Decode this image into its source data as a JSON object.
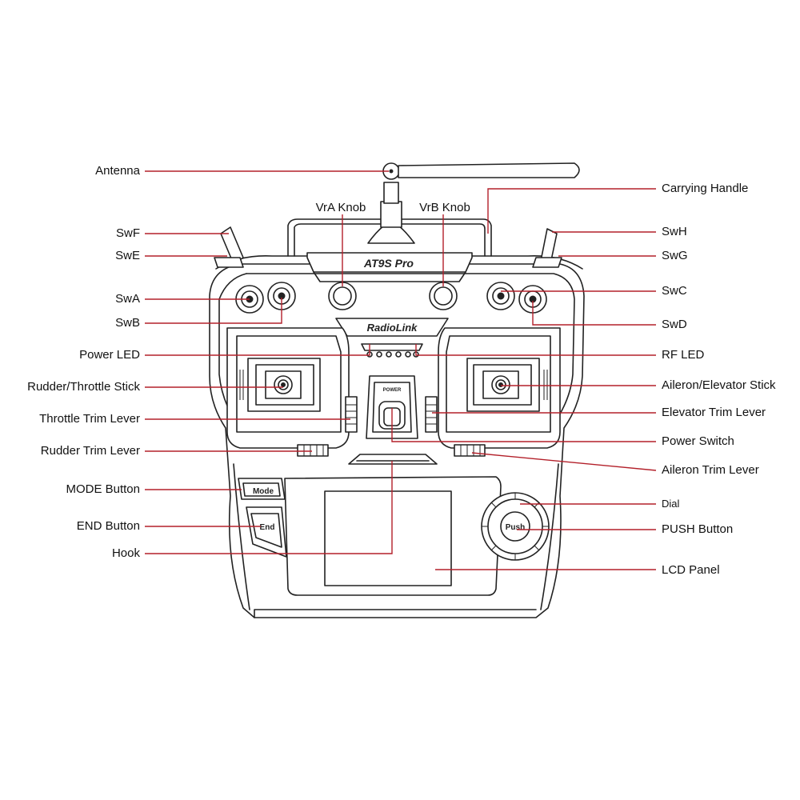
{
  "device": {
    "model_text": "AT9S Pro",
    "brand_text": "RadioLink",
    "power_text": "POWER",
    "mode_button_text": "Mode",
    "end_button_text": "End",
    "push_button_text": "Push"
  },
  "labels": {
    "antenna": "Antenna",
    "carrying_handle": "Carrying Handle",
    "vra_knob": "VrA Knob",
    "vrb_knob": "VrB Knob",
    "swf": "SwF",
    "swe": "SwE",
    "swh": "SwH",
    "swg": "SwG",
    "swa": "SwA",
    "swb": "SwB",
    "swc": "SwC",
    "swd": "SwD",
    "power_led": "Power LED",
    "rf_led": "RF LED",
    "rudder_throttle_stick": "Rudder/Throttle Stick",
    "aileron_elevator_stick": "Aileron/Elevator Stick",
    "throttle_trim_lever": "Throttle Trim Lever",
    "elevator_trim_lever": "Elevator Trim Lever",
    "rudder_trim_lever": "Rudder Trim Lever",
    "power_switch": "Power Switch",
    "aileron_trim_lever": "Aileron Trim Lever",
    "mode_button": "MODE Button",
    "dial": "Dial",
    "end_button": "END Button",
    "push_button": "PUSH Button",
    "hook": "Hook",
    "lcd_panel": "LCD Panel"
  },
  "colors": {
    "leader_line": "#b3202a",
    "outline": "#222222",
    "label_text": "#111111"
  }
}
